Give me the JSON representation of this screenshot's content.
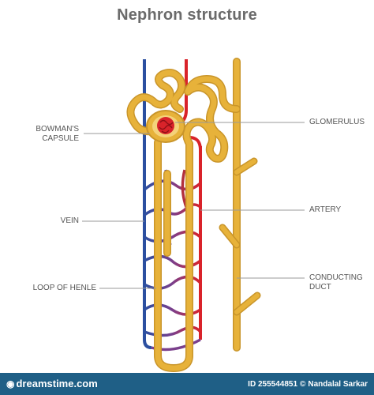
{
  "title": "Nephron structure",
  "labels": {
    "bowmans_capsule_line1": "BOWMAN'S",
    "bowmans_capsule_line2": "CAPSULE",
    "vein": "VEIN",
    "loop_of_henle": "LOOP OF HENLE",
    "glomerulus": "GLOMERULUS",
    "artery": "ARTERY",
    "conducting_duct_line1": "CONDUCTING",
    "conducting_duct_line2": "DUCT"
  },
  "colors": {
    "tubule": "#e7b23a",
    "tubule_dark": "#c9952a",
    "artery": "#d9232a",
    "vein": "#2b4fa0",
    "capillary_mix": "#7a3f8c",
    "footer_bg": "#1f5f86"
  },
  "footer": {
    "brand": "dreamstime.com",
    "brand_icon": "camera-icon",
    "id_text": "ID 255544851",
    "separator": "©",
    "author": "Nandalal Sarkar"
  }
}
